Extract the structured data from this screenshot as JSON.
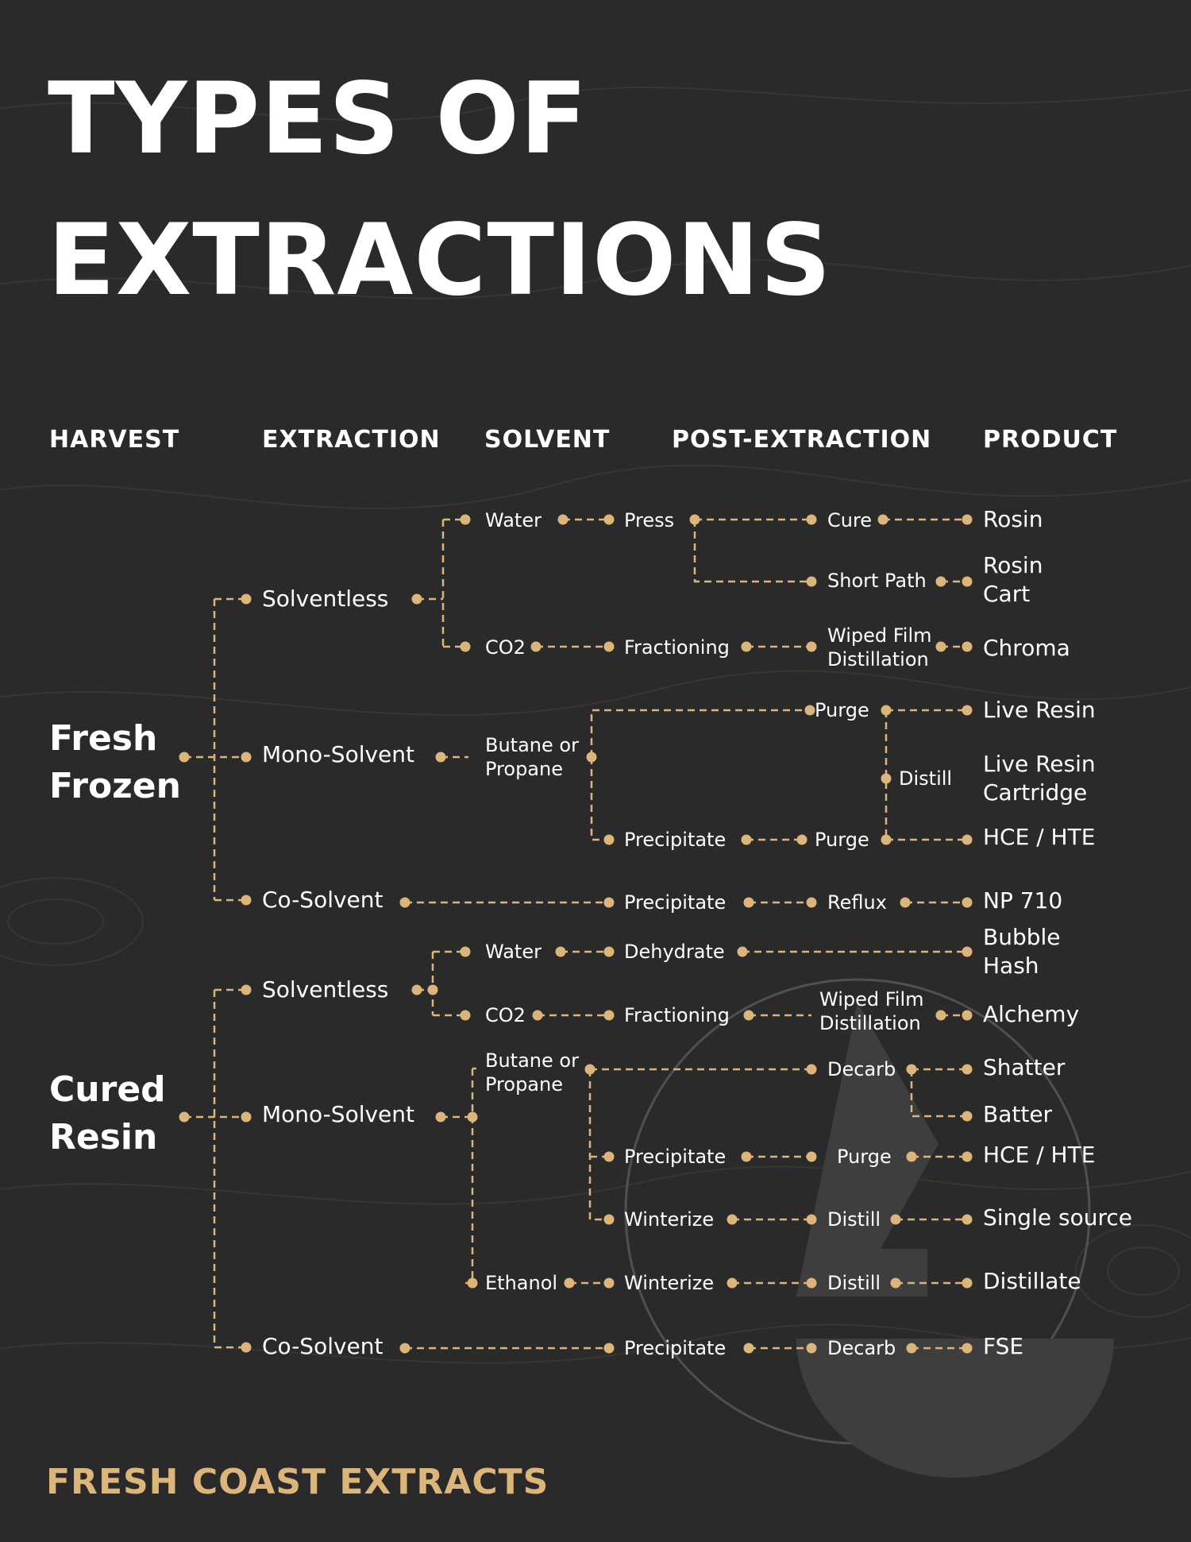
{
  "title": {
    "line1": "TYPES OF",
    "line2": "EXTRACTIONS"
  },
  "columns": {
    "harvest": "HARVEST",
    "extraction": "EXTRACTION",
    "solvent": "SOLVENT",
    "post_extraction": "POST-EXTRACTION",
    "product": "PRODUCT"
  },
  "harvest": {
    "fresh_frozen": "Fresh\nFrozen",
    "cured_resin": "Cured\nResin"
  },
  "nodes": {
    "ff_solventless": "Solventless",
    "ff_mono": "Mono-Solvent",
    "ff_co": "Co-Solvent",
    "ff_water": "Water",
    "ff_co2": "CO2",
    "ff_butane": "Butane or\nPropane",
    "ff_press": "Press",
    "ff_cure": "Cure",
    "ff_shortpath": "Short Path",
    "ff_fractioning": "Fractioning",
    "ff_wiped": "Wiped Film\nDistillation",
    "ff_purge1": "Purge",
    "ff_distill": "Distill",
    "ff_precip1": "Precipitate",
    "ff_purge2": "Purge",
    "ff_precip2": "Precipitate",
    "ff_reflux": "Reflux",
    "p_rosin": "Rosin",
    "p_rosincart": "Rosin\nCart",
    "p_chroma": "Chroma",
    "p_liveresin": "Live Resin",
    "p_livecart": "Live Resin\nCartridge",
    "p_hce1": "HCE / HTE",
    "p_np710": "NP 710",
    "cr_solventless": "Solventless",
    "cr_mono": "Mono-Solvent",
    "cr_co": "Co-Solvent",
    "cr_water": "Water",
    "cr_co2": "CO2",
    "cr_butane": "Butane or\nPropane",
    "cr_ethanol": "Ethanol",
    "cr_dehydrate": "Dehydrate",
    "cr_fractioning": "Fractioning",
    "cr_wiped": "Wiped Film\nDistillation",
    "cr_decarb1": "Decarb",
    "cr_precip1": "Precipitate",
    "cr_purge": "Purge",
    "cr_winter1": "Winterize",
    "cr_distill1": "Distill",
    "cr_winter2": "Winterize",
    "cr_distill2": "Distill",
    "cr_precip2": "Precipitate",
    "cr_decarb2": "Decarb",
    "p_bubble": "Bubble\nHash",
    "p_alchemy": "Alchemy",
    "p_shatter": "Shatter",
    "p_batter": "Batter",
    "p_hce2": "HCE / HTE",
    "p_single": "Single source",
    "p_distillate": "Distillate",
    "p_fse": "FSE"
  },
  "footer": "FRESH COAST EXTRACTS",
  "colors": {
    "background": "#2a2a2a",
    "accent": "#dbb57a",
    "text": "#ffffff",
    "logo": "#3e3e3e"
  },
  "logo_icon": "drop-triangle-logo"
}
